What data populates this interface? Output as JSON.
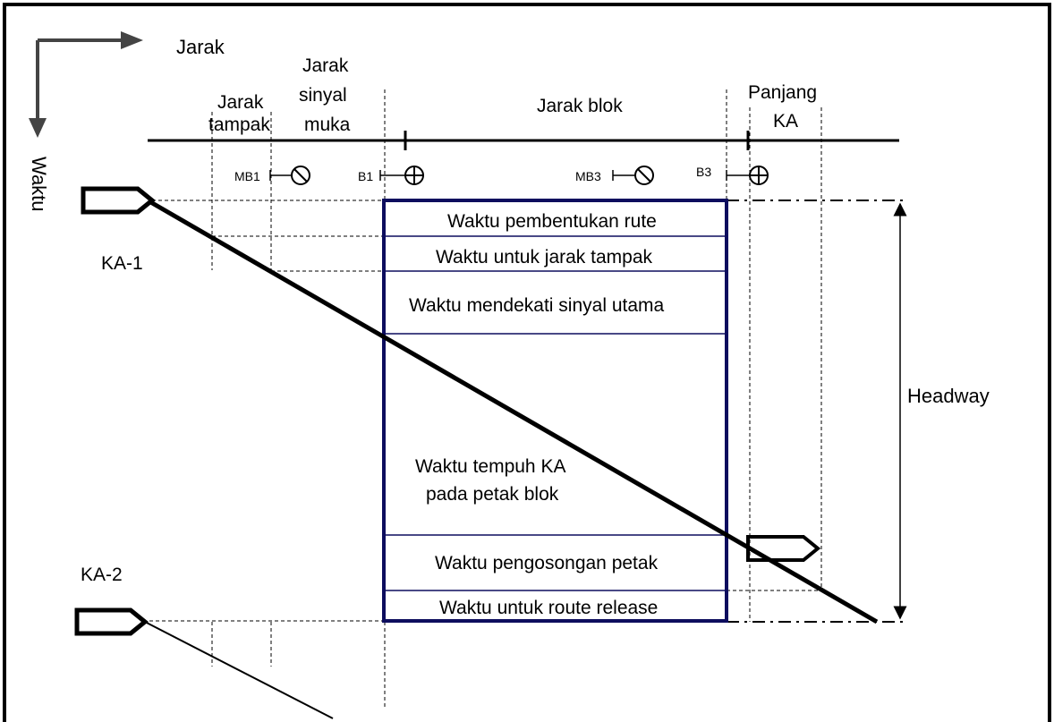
{
  "axes": {
    "x_label": "Jarak",
    "y_label": "Waktu"
  },
  "distance_labels": {
    "jarak_tampak": [
      "Jarak",
      "tampak"
    ],
    "jarak_sinyal_muka": [
      "Jarak",
      "sinyal",
      "muka"
    ],
    "jarak_blok": "Jarak blok",
    "panjang_ka": [
      "Panjang",
      "KA"
    ]
  },
  "signals": {
    "mb1": "MB1",
    "b1": "B1",
    "mb3": "MB3",
    "b3": "B3"
  },
  "trains": {
    "ka1": "KA-1",
    "ka2": "KA-2"
  },
  "time_blocks": {
    "route_formation": "Waktu pembentukan rute",
    "sight_distance": "Waktu untuk jarak tampak",
    "approach_main_signal": "Waktu mendekati sinyal utama",
    "travel_block": [
      "Waktu tempuh KA",
      "pada petak blok"
    ],
    "clearing": "Waktu pengosongan petak",
    "route_release": "Waktu untuk route release"
  },
  "headway_label": "Headway",
  "colors": {
    "block_border": "#0d0d5e",
    "line": "#000000"
  }
}
